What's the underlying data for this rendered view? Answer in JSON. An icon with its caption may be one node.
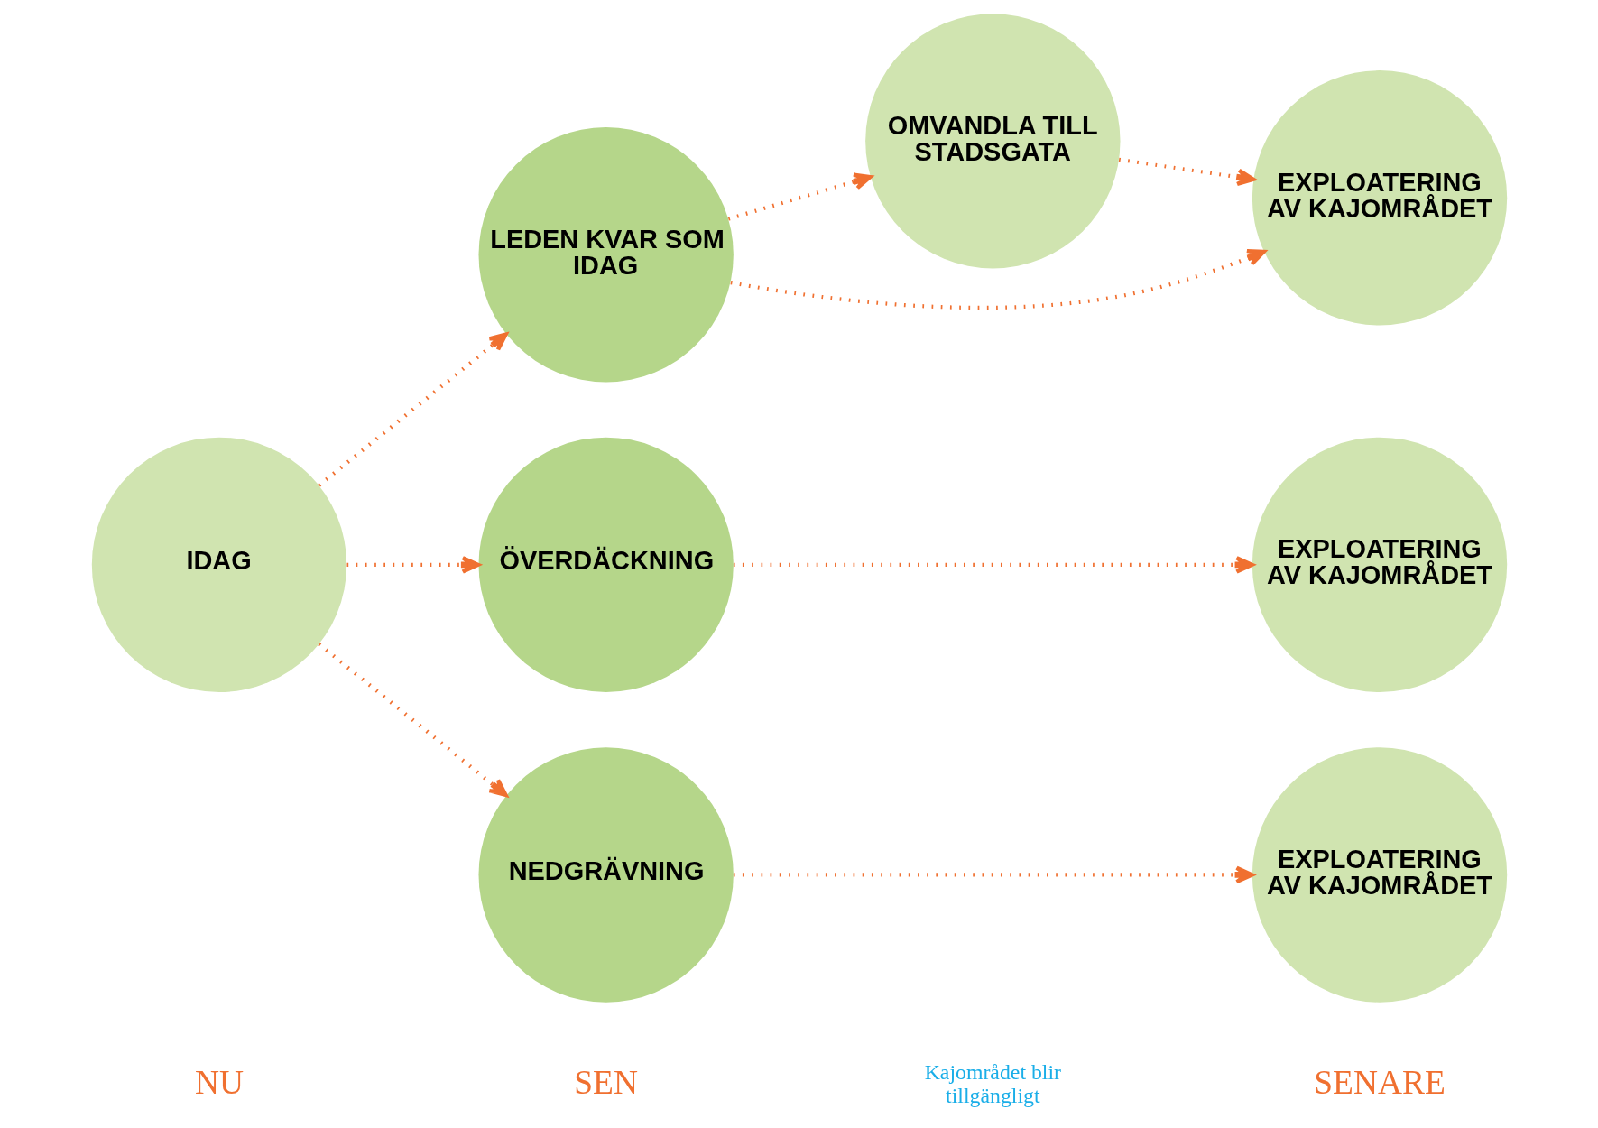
{
  "diagram": {
    "nodes": [
      {
        "text": [
          "IDAG"
        ]
      },
      {
        "text": [
          "LEDEN KVAR SOM IDAG"
        ]
      },
      {
        "text": [
          "OMVANDLA TILL STADSGATA"
        ]
      },
      {
        "text": [
          "ÖVERDÄCKNING"
        ]
      },
      {
        "text": [
          "NEDGRÄVNING"
        ]
      },
      {
        "text": [
          "EXPLOATERING AV KAJOMRÅDET"
        ]
      },
      {
        "text": [
          "EXPLOATERING AV KAJOMRÅDET"
        ]
      },
      {
        "text": [
          "EXPLOATERING AV KAJOMRÅDET"
        ]
      }
    ],
    "edges": [
      {
        "from": 0,
        "to": 1,
        "arrow": "to"
      },
      {
        "from": 0,
        "to": 3,
        "arrow": "to"
      },
      {
        "from": 0,
        "to": 4,
        "arrow": "to"
      },
      {
        "from": 1,
        "to": 2,
        "arrow": "to"
      },
      {
        "from": 1,
        "to": 5,
        "arrow": "to"
      },
      {
        "from": 2,
        "to": 5,
        "arrow": "to"
      },
      {
        "from": 3,
        "to": 6,
        "arrow": "to"
      },
      {
        "from": 4,
        "to": 7,
        "arrow": "to"
      }
    ],
    "labels": [
      "NU",
      "SEN",
      "Kajområdet blir tillgängligt",
      "SENARE"
    ]
  }
}
